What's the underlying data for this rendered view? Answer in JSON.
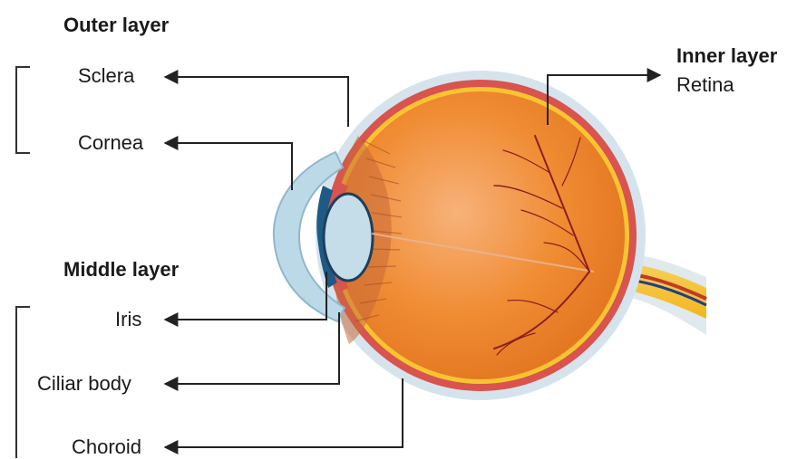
{
  "headings": {
    "outer": "Outer layer",
    "middle": "Middle layer",
    "inner": "Inner layer"
  },
  "labels": {
    "sclera": "Sclera",
    "cornea": "Cornea",
    "iris": "Iris",
    "ciliary_body": "Ciliar body",
    "choroid": "Choroid",
    "retina": "Retina"
  },
  "colors": {
    "sclera_outline": "#cfe0e8",
    "choroid": "#d9534f",
    "retina": "#f7c531",
    "eyeball": "#f08a2c",
    "cornea": "#bcd9e8",
    "iris": "#1e5a85",
    "lens": "#c4dde9",
    "optic_nerve": "#f5bf2a",
    "leader_line": "#222222"
  }
}
